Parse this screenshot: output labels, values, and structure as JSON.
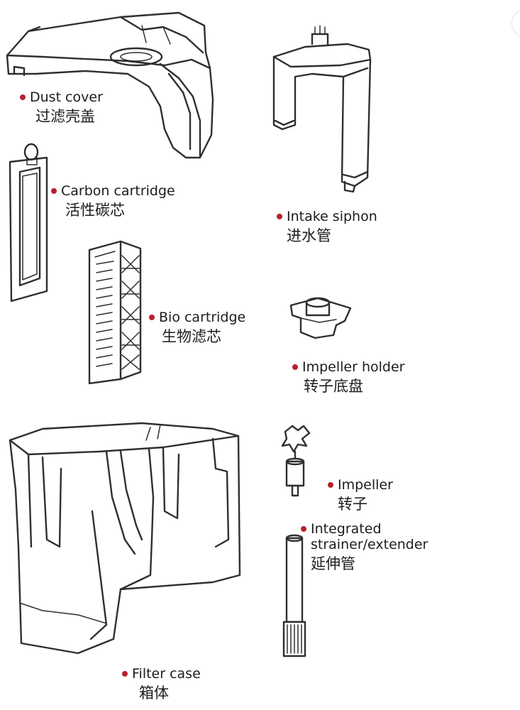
{
  "colors": {
    "bullet": "#b8202e",
    "line": "#2f2f2f"
  },
  "parts": [
    {
      "id": "dust_cover",
      "en": "Dust cover",
      "zh": "过滤壳盖"
    },
    {
      "id": "carbon_cartridge",
      "en": "Carbon cartridge",
      "zh": "活性碳芯"
    },
    {
      "id": "bio_cartridge",
      "en": "Bio cartridge",
      "zh": "生物滤芯"
    },
    {
      "id": "filter_case",
      "en": "Filter case",
      "zh": "箱体"
    },
    {
      "id": "intake_siphon",
      "en": "Intake siphon",
      "zh": "进水管"
    },
    {
      "id": "impeller_holder",
      "en": "Impeller holder",
      "zh": "转子底盘"
    },
    {
      "id": "impeller",
      "en": "Impeller",
      "zh": "转子"
    },
    {
      "id": "strainer",
      "en": "Integrated",
      "en_line2": "strainer/extender",
      "zh": "延伸管"
    }
  ]
}
